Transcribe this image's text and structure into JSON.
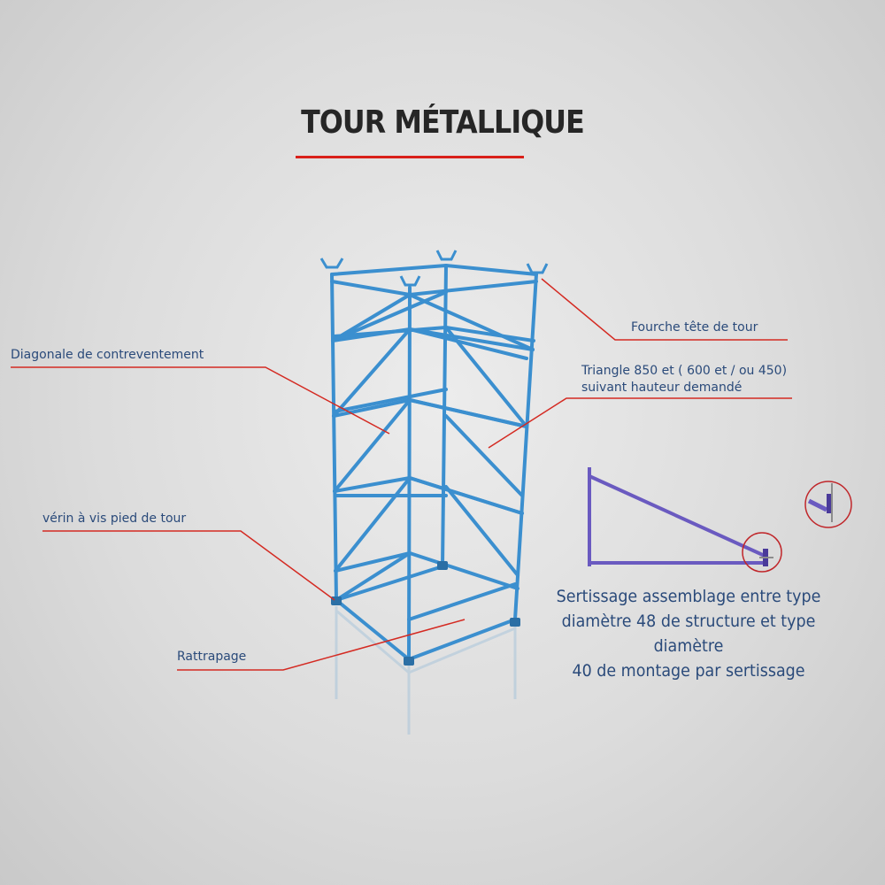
{
  "title": "TOUR MÉTALLIQUE",
  "labels": {
    "diagonale": "Diagonale de contreventement",
    "fourche": "Fourche tête de tour",
    "triangle_line1": "Triangle 850 et ( 600 et / ou 450)",
    "triangle_line2": "suivant hauteur demandé",
    "verin": "vérin à vis pied de tour",
    "rattrapage": "Rattrapage"
  },
  "caption": {
    "line1": "Sertissage assemblage entre type",
    "line2": "diamètre 48 de structure et type diamètre",
    "line3": "40 de montage par sertissage"
  },
  "colors": {
    "tower": "#3b8fcf",
    "leader": "#d42a22",
    "triangle": "#6a5ac0",
    "text": "#2a4a7a"
  }
}
